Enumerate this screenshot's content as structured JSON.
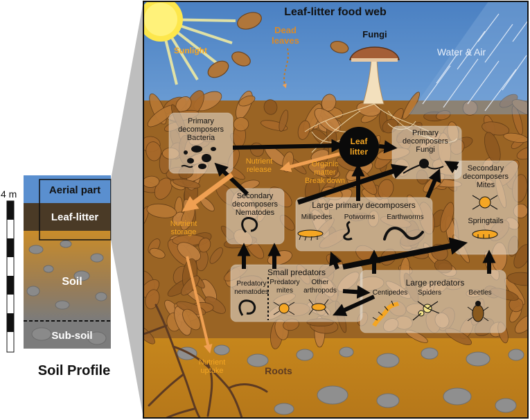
{
  "title": "Leaf-litter food web",
  "top_labels": {
    "sunlight": "Sunlight",
    "dead_leaves": [
      "Dead",
      "leaves"
    ],
    "fungi": "Fungi",
    "water_air": "Water & Air"
  },
  "leaf_litter_node": [
    "Leaf",
    "litter"
  ],
  "boxes": {
    "primary_bacteria": [
      "Primary",
      "decomposers",
      "Bacteria"
    ],
    "primary_fungi": [
      "Primary",
      "decomposers",
      "Fungi"
    ],
    "secondary_mites": [
      "Secondary",
      "decomposers",
      "Mites"
    ],
    "springtails": "Springtails",
    "secondary_nematodes": [
      "Secondary",
      "decomposers",
      "Nematodes"
    ],
    "large_primary": {
      "title": "Large primary decomposers",
      "members": [
        "Millipedes",
        "Potworms",
        "Earthworms"
      ]
    },
    "small_predators": {
      "title": "Small predators",
      "members": [
        [
          "Predatory",
          "nematodes"
        ],
        [
          "Predatory",
          "mites"
        ],
        [
          "Other",
          "arthropods"
        ]
      ]
    },
    "large_predators": {
      "title": "Large predators",
      "members": [
        "Centipedes",
        "Spiders",
        "Beetles"
      ]
    }
  },
  "flow_labels": {
    "nutrient_release": [
      "Nutrient",
      "release"
    ],
    "organic_matter": [
      "Organic",
      "matter",
      "Break down"
    ],
    "nutrient_storage": [
      "Nutrient",
      "storage"
    ],
    "nutrient_uptake": [
      "Nutrient",
      "uptake"
    ],
    "roots": "Roots"
  },
  "soil_profile": {
    "scale_label": "4 m",
    "layers": [
      "Aerial part",
      "Leaf-litter",
      "Soil",
      "Sub-soil"
    ],
    "caption": "Soil Profile"
  },
  "colors": {
    "sky": "#4f86c6",
    "litter": "#9a6424",
    "soil": "#c8891f",
    "accent_text": "#f5a623",
    "box_fill": "#e8e2d8",
    "arrow_black": "#0a0a0a",
    "arrow_orange": "#f0a052"
  }
}
